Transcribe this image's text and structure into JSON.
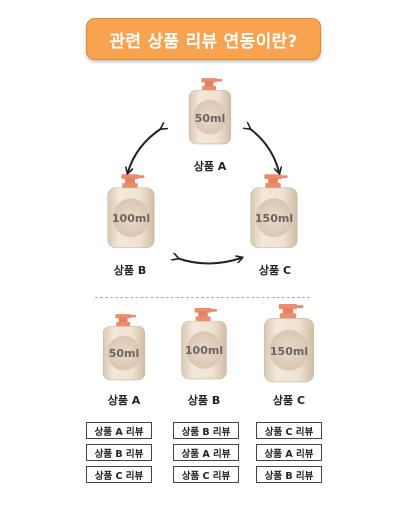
{
  "title": "관련 상품 리뷰 연동이란?",
  "top_section": {
    "products": [
      {
        "name": "상품 A",
        "volume": "50ml"
      },
      {
        "name": "상품 B",
        "volume": "100ml"
      },
      {
        "name": "상품 C",
        "volume": "150ml"
      }
    ]
  },
  "bottom_section": {
    "products": [
      {
        "name": "상품 A",
        "volume": "50ml",
        "reviews": [
          "상품 A 리뷰",
          "상품 B 리뷰",
          "상품 C 리뷰"
        ]
      },
      {
        "name": "상품 B",
        "volume": "100ml",
        "reviews": [
          "상품 B 리뷰",
          "상품 A 리뷰",
          "상품 C 리뷰"
        ]
      },
      {
        "name": "상품 C",
        "volume": "150ml",
        "reviews": [
          "상품 C 리뷰",
          "상품 A 리뷰",
          "상품 B 리뷰"
        ]
      }
    ]
  },
  "colors": {
    "banner": "#f7a34f",
    "pump": "#ea8d6c",
    "bottle_body": "#f0e3d3",
    "bottle_label": "#e3d2c0"
  }
}
